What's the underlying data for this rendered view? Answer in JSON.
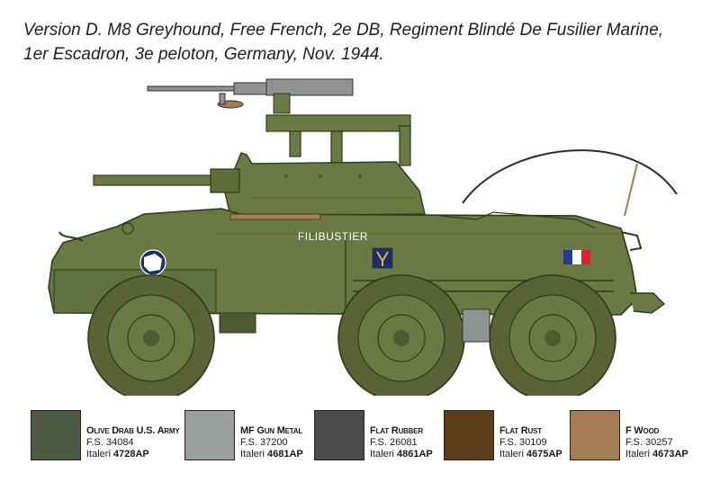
{
  "caption": {
    "line1": "Version D. M8 Greyhound, Free French, 2e DB, Regiment Blindé De Fusilier Marine,",
    "line2": "1er Escadron, 3e peloton, Germany, Nov. 1944."
  },
  "vehicle": {
    "hull_name": "FILIBUSTIER",
    "colors": {
      "olive": "#6b7a45",
      "olive_dark": "#4e5b31",
      "olive_light": "#7d8c54",
      "tire": "#5a6336",
      "gun_metal": "#8e9291",
      "flag_blue": "#2a3a8f",
      "flag_red": "#d8262c",
      "wood": "#a57d55"
    },
    "icons": [
      "free-french-map-insignia",
      "lorraine-cross-insignia",
      "french-tricolor-flag"
    ]
  },
  "paints": [
    {
      "name": "Olive Drab U.S. Army",
      "fs": "F.S. 34084",
      "brand": "Italeri",
      "code": "4728AP",
      "color": "#4f5a42"
    },
    {
      "name": "MF Gun Metal",
      "fs": "F.S. 37200",
      "brand": "Italeri",
      "code": "4681AP",
      "color": "#9b9e9e"
    },
    {
      "name": "Flat Rubber",
      "fs": "F.S. 26081",
      "brand": "Italeri",
      "code": "4861AP",
      "color": "#4b4d4d"
    },
    {
      "name": "Flat Rust",
      "fs": "F.S. 30109",
      "brand": "Italeri",
      "code": "4675AP",
      "color": "#5b3e19"
    },
    {
      "name": "F Wood",
      "fs": "F.S. 30257",
      "brand": "Italeri",
      "code": "4673AP",
      "color": "#a57d55"
    }
  ]
}
